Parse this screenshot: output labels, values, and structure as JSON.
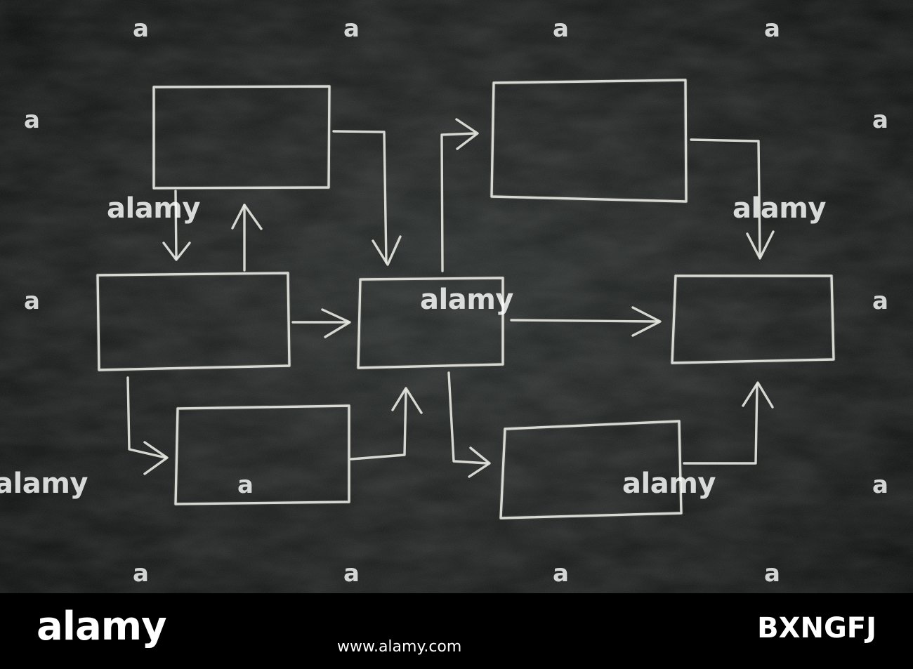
{
  "image": {
    "description_type": "chalkboard flowchart",
    "background_color": "#0d0f0f",
    "chalk_color": "#e9e9e2"
  },
  "diagram": {
    "boxes": [
      {
        "id": "box-top-left",
        "label": ""
      },
      {
        "id": "box-mid-left",
        "label": ""
      },
      {
        "id": "box-bottom-left",
        "label": ""
      },
      {
        "id": "box-center",
        "label": ""
      },
      {
        "id": "box-top-right",
        "label": ""
      },
      {
        "id": "box-bottom-right",
        "label": ""
      },
      {
        "id": "box-far-right",
        "label": ""
      }
    ],
    "connections": [
      {
        "from": "box-top-left",
        "to": "box-mid-left"
      },
      {
        "from": "box-mid-left",
        "to": "box-top-left"
      },
      {
        "from": "box-top-left",
        "to": "box-center"
      },
      {
        "from": "box-mid-left",
        "to": "box-center"
      },
      {
        "from": "box-mid-left",
        "to": "box-bottom-left"
      },
      {
        "from": "box-bottom-left",
        "to": "box-center"
      },
      {
        "from": "box-center",
        "to": "box-top-right"
      },
      {
        "from": "box-center",
        "to": "box-far-right"
      },
      {
        "from": "box-center",
        "to": "box-bottom-right"
      },
      {
        "from": "box-top-right",
        "to": "box-far-right"
      },
      {
        "from": "box-bottom-right",
        "to": "box-far-right"
      }
    ]
  },
  "watermark": {
    "text": "alamy",
    "repeated_mark": "a"
  },
  "footer": {
    "logo": "alamy",
    "image_id": "BXNGFJ",
    "website": "www.alamy.com"
  }
}
